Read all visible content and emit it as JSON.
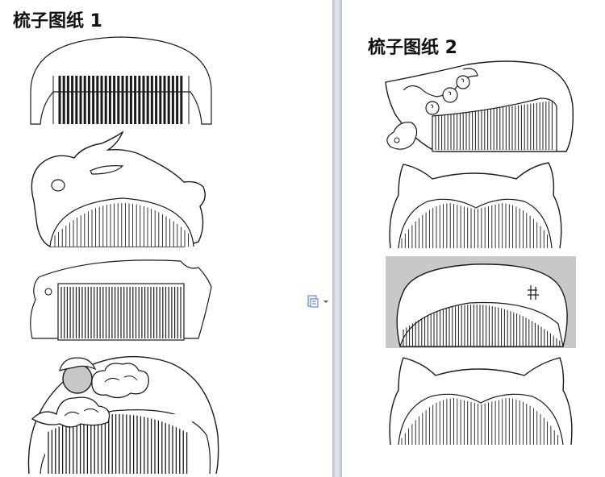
{
  "document": {
    "left_title": "梳子图纸 1",
    "right_title": "梳子图纸 2"
  },
  "drawings": {
    "left": [
      "comb-1-classic",
      "comb-2-rabbit",
      "comb-3-fish",
      "comb-4-cloud-moon"
    ],
    "right": [
      "comb-5-phoenix-cloud",
      "comb-6-cat-ears",
      "comb-7-gray-panel",
      "comb-8-cat-ears"
    ]
  },
  "colors": {
    "line": "#1a1a1a",
    "gutter": "#c7cbd2",
    "panel_gray": "#c8c8c8",
    "icon_blue": "#4a78c2"
  },
  "icons": {
    "paste_options": "paste-options-icon"
  }
}
